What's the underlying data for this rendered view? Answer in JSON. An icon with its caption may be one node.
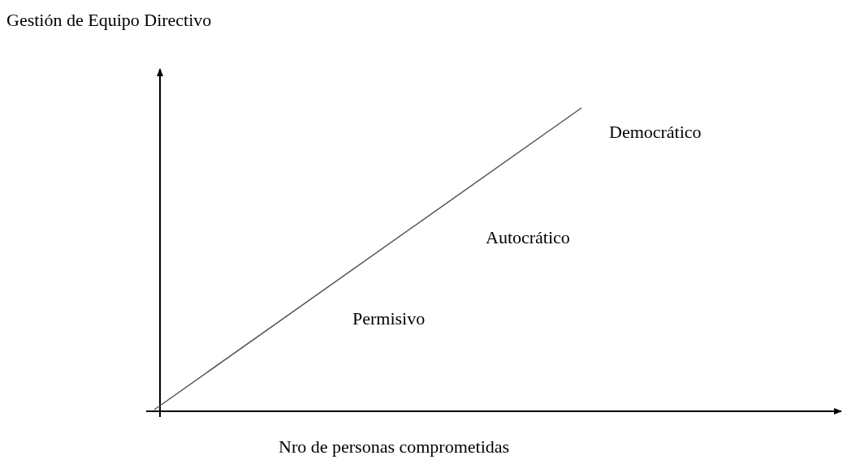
{
  "diagram": {
    "labels": [
      "Gestión de Equipo Directivo",
      "Democrático",
      "Autocrático",
      "Permisivo",
      "Nro de personas comprometidas"
    ]
  }
}
